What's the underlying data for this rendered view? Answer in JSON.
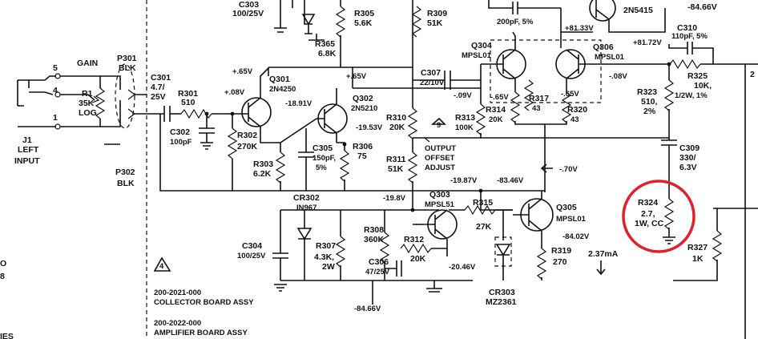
{
  "labels": {
    "c303": "C303",
    "c303_val": "100/25V",
    "r305": "R305",
    "r305_val": "5.6K",
    "r309": "R309",
    "r309_val": "51K",
    "r365": "R365",
    "r365_val": "6.8K",
    "pf200": "200pF, 5%",
    "v8133": "+81.33V",
    "pn2n5415": "2N5415",
    "v8466_top": "-84.66V",
    "q304": "Q304",
    "mpsl01_a": "MPSL01",
    "q306": "Q306",
    "mpsl01_b": "MPSL01",
    "v8172": "+81.72V",
    "c310": "C310",
    "c310_val": "110pF, 5%",
    "r325": "R325",
    "r325_val1": "10K,",
    "r325_val2": "1/2W, 1%",
    "gain": "GAIN",
    "p301": "P301",
    "blk_top": "BLK",
    "pin5": "5",
    "pin4": "4",
    "pin1": "1",
    "r1": "R1",
    "r1_val1": "35K",
    "r1_val2": "LOG",
    "j1": "J1",
    "left": "LEFT",
    "input": "INPUT",
    "p302": "P302",
    "blk_bot": "BLK",
    "c301": "C301",
    "c301_val1": "4.7/",
    "c301_val2": "25V",
    "r301": "R301",
    "r301_val": "510",
    "c302": "C302",
    "c302_val": "100pF",
    "v065a": "+.65V",
    "v008": "+.08V",
    "q301": "Q301",
    "q301_pn": "2N4250",
    "v1891": "-18.91V",
    "v065b": "+.65V",
    "q302": "Q302",
    "q302_pn": "2N5210",
    "v1953": "-19.53V",
    "r302": "R302",
    "r302_val": "270K",
    "r303": "R303",
    "r303_val": "6.2K",
    "c305": "C305",
    "c305_val1": "150pF,",
    "c305_val2": "5%",
    "r306": "R306",
    "r306_val": "75",
    "c307": "C307",
    "c307_val": "22/10V",
    "vm009": "-.09V",
    "vm065a": "-.65V",
    "vm065b": "-.65V",
    "vm008": "-.08V",
    "r313": "R313",
    "r313_val": "100K",
    "r314": "R314",
    "r314_val": "20K",
    "r317": "R317",
    "r317_val": "43",
    "r320": "R320",
    "r320_val": "43",
    "r323": "R323",
    "r323_val1": "510,",
    "r323_val2": "2%",
    "r310": "R310",
    "r310_val": "20K",
    "tri9": "9",
    "output": "OUTPUT",
    "offset": "OFFSET",
    "adjust": "ADJUST",
    "r311": "R311",
    "r311_val": "51K",
    "vm070": "-.70V",
    "c309": "C309",
    "c309_val1": "330/",
    "c309_val2": "6.3V",
    "vm1987": "-19.87V",
    "vm8346": "-83.46V",
    "cr302": "CR302",
    "cr302_pn": "IN967",
    "vm198": "-19.8V",
    "q303": "Q303",
    "q303_pn": "MPSL51",
    "r315": "R315",
    "r315_val": "27K",
    "q305": "Q305",
    "q305_pn": "MPSL01",
    "r324": "R324",
    "r324_val1": "2.7,",
    "r324_val2": "1W, CC",
    "r308": "R308",
    "r308_val": "360K",
    "r312": "R312",
    "r312_val": "20K",
    "c304": "C304",
    "c304_val": "100/25V",
    "r307": "R307",
    "r307_val1": "4.3K,",
    "r307_val2": "2W",
    "c306": "C306",
    "c306_val": "47/25V",
    "vm2046": "-20.46V",
    "vm8402": "-84.02V",
    "r319": "R319",
    "r319_val": "270",
    "i237": "2.37mA",
    "r327": "R327",
    "r327_val": "1K",
    "cr303": "CR303",
    "cr303_pn": "MZ2361",
    "vm8466_bot": "-84.66V",
    "tri4": "4",
    "asm1_num": "200-2021-000",
    "asm1_name": "COLLECTOR BOARD ASSY",
    "asm2_num": "200-2022-000",
    "asm2_name": "AMPLIFIER BOARD ASSY",
    "left_o": "O",
    "left_8": "8",
    "left_ies": "IES",
    "right_num": "2"
  },
  "colors": {
    "ink": "#111111",
    "highlight": "#e0202a",
    "paper": "#ffffff"
  }
}
